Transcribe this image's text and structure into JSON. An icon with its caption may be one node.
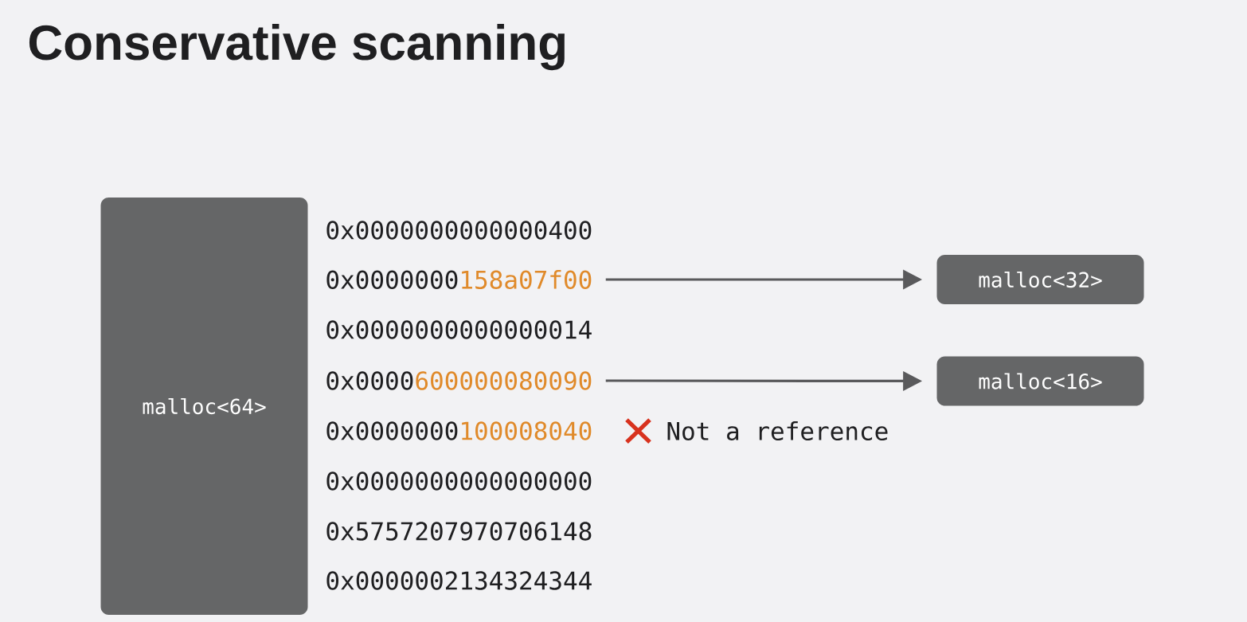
{
  "diagram": {
    "title": "Conservative scanning",
    "nodes": [
      {
        "text": [
          "malloc<64>"
        ]
      },
      {
        "text": [
          "0x0000000",
          "158a07f00"
        ]
      },
      {
        "text": [
          "malloc<32>"
        ]
      },
      {
        "text": [
          "0x0000",
          "600000080090"
        ]
      },
      {
        "text": [
          "malloc<16>"
        ]
      }
    ],
    "edges": [
      {
        "from": 1,
        "to": 2,
        "arrow": "to"
      },
      {
        "from": 3,
        "to": 4,
        "arrow": "to"
      }
    ],
    "labels": [
      "0x0000000000000400",
      "0x0000000000000014",
      "0x0000000",
      "100008040",
      "Not a reference",
      "0x0000000000000000",
      "0x5757207970706148",
      "0x0000002134324344"
    ]
  }
}
